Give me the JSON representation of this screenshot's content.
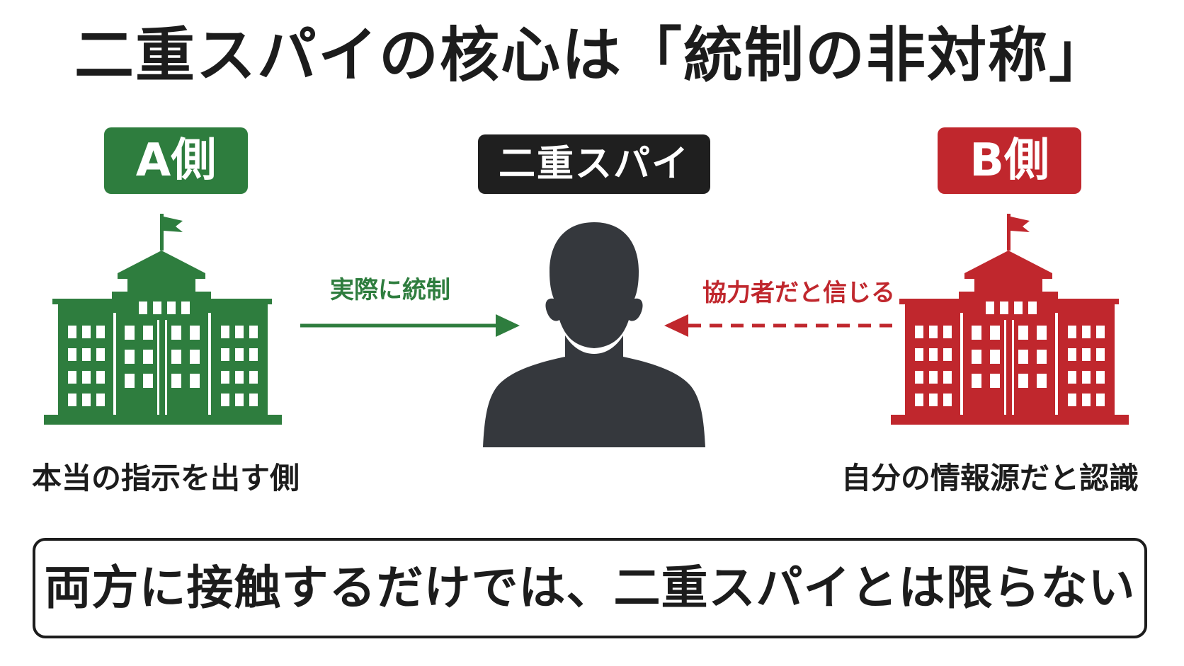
{
  "title": "二重スパイの核心は「統制の非対称」",
  "side_a": {
    "badge": "A側",
    "caption": "本当の指示を出す側",
    "color": "#2e7d3e",
    "icon": "building-icon"
  },
  "spy": {
    "badge": "二重スパイ",
    "color": "#1f1f1f",
    "icon": "person-silhouette-icon"
  },
  "side_b": {
    "badge": "B側",
    "caption": "自分の情報源だと認識",
    "color": "#c0272d",
    "icon": "building-icon"
  },
  "arrows": {
    "a_to_spy": {
      "label": "実際に統制",
      "style": "solid"
    },
    "b_to_spy": {
      "label": "協力者だと信じる",
      "style": "dashed"
    }
  },
  "conclusion": "両方に接触するだけでは、二重スパイとは限らない"
}
